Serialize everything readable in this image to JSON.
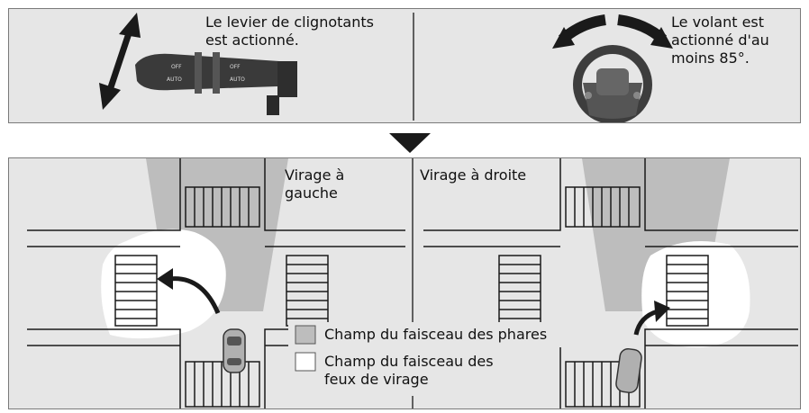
{
  "top": {
    "lever_caption": "Le levier de clignotants\nest actionné.",
    "wheel_caption": "Le volant est\nactionné d'au\nmoins 85°."
  },
  "bottom": {
    "left_turn_label": "Virage à\ngauche",
    "right_turn_label": "Virage à droite"
  },
  "legend": {
    "headlight_label": "Champ du faisceau des phares",
    "cornering_label": "Champ du faisceau des\nfeux de virage"
  },
  "colors": {
    "panel_bg": "#e6e6e6",
    "headlight_field": "#bdbdbd",
    "cornering_field": "#ffffff",
    "arrow": "#1a1a1a"
  }
}
